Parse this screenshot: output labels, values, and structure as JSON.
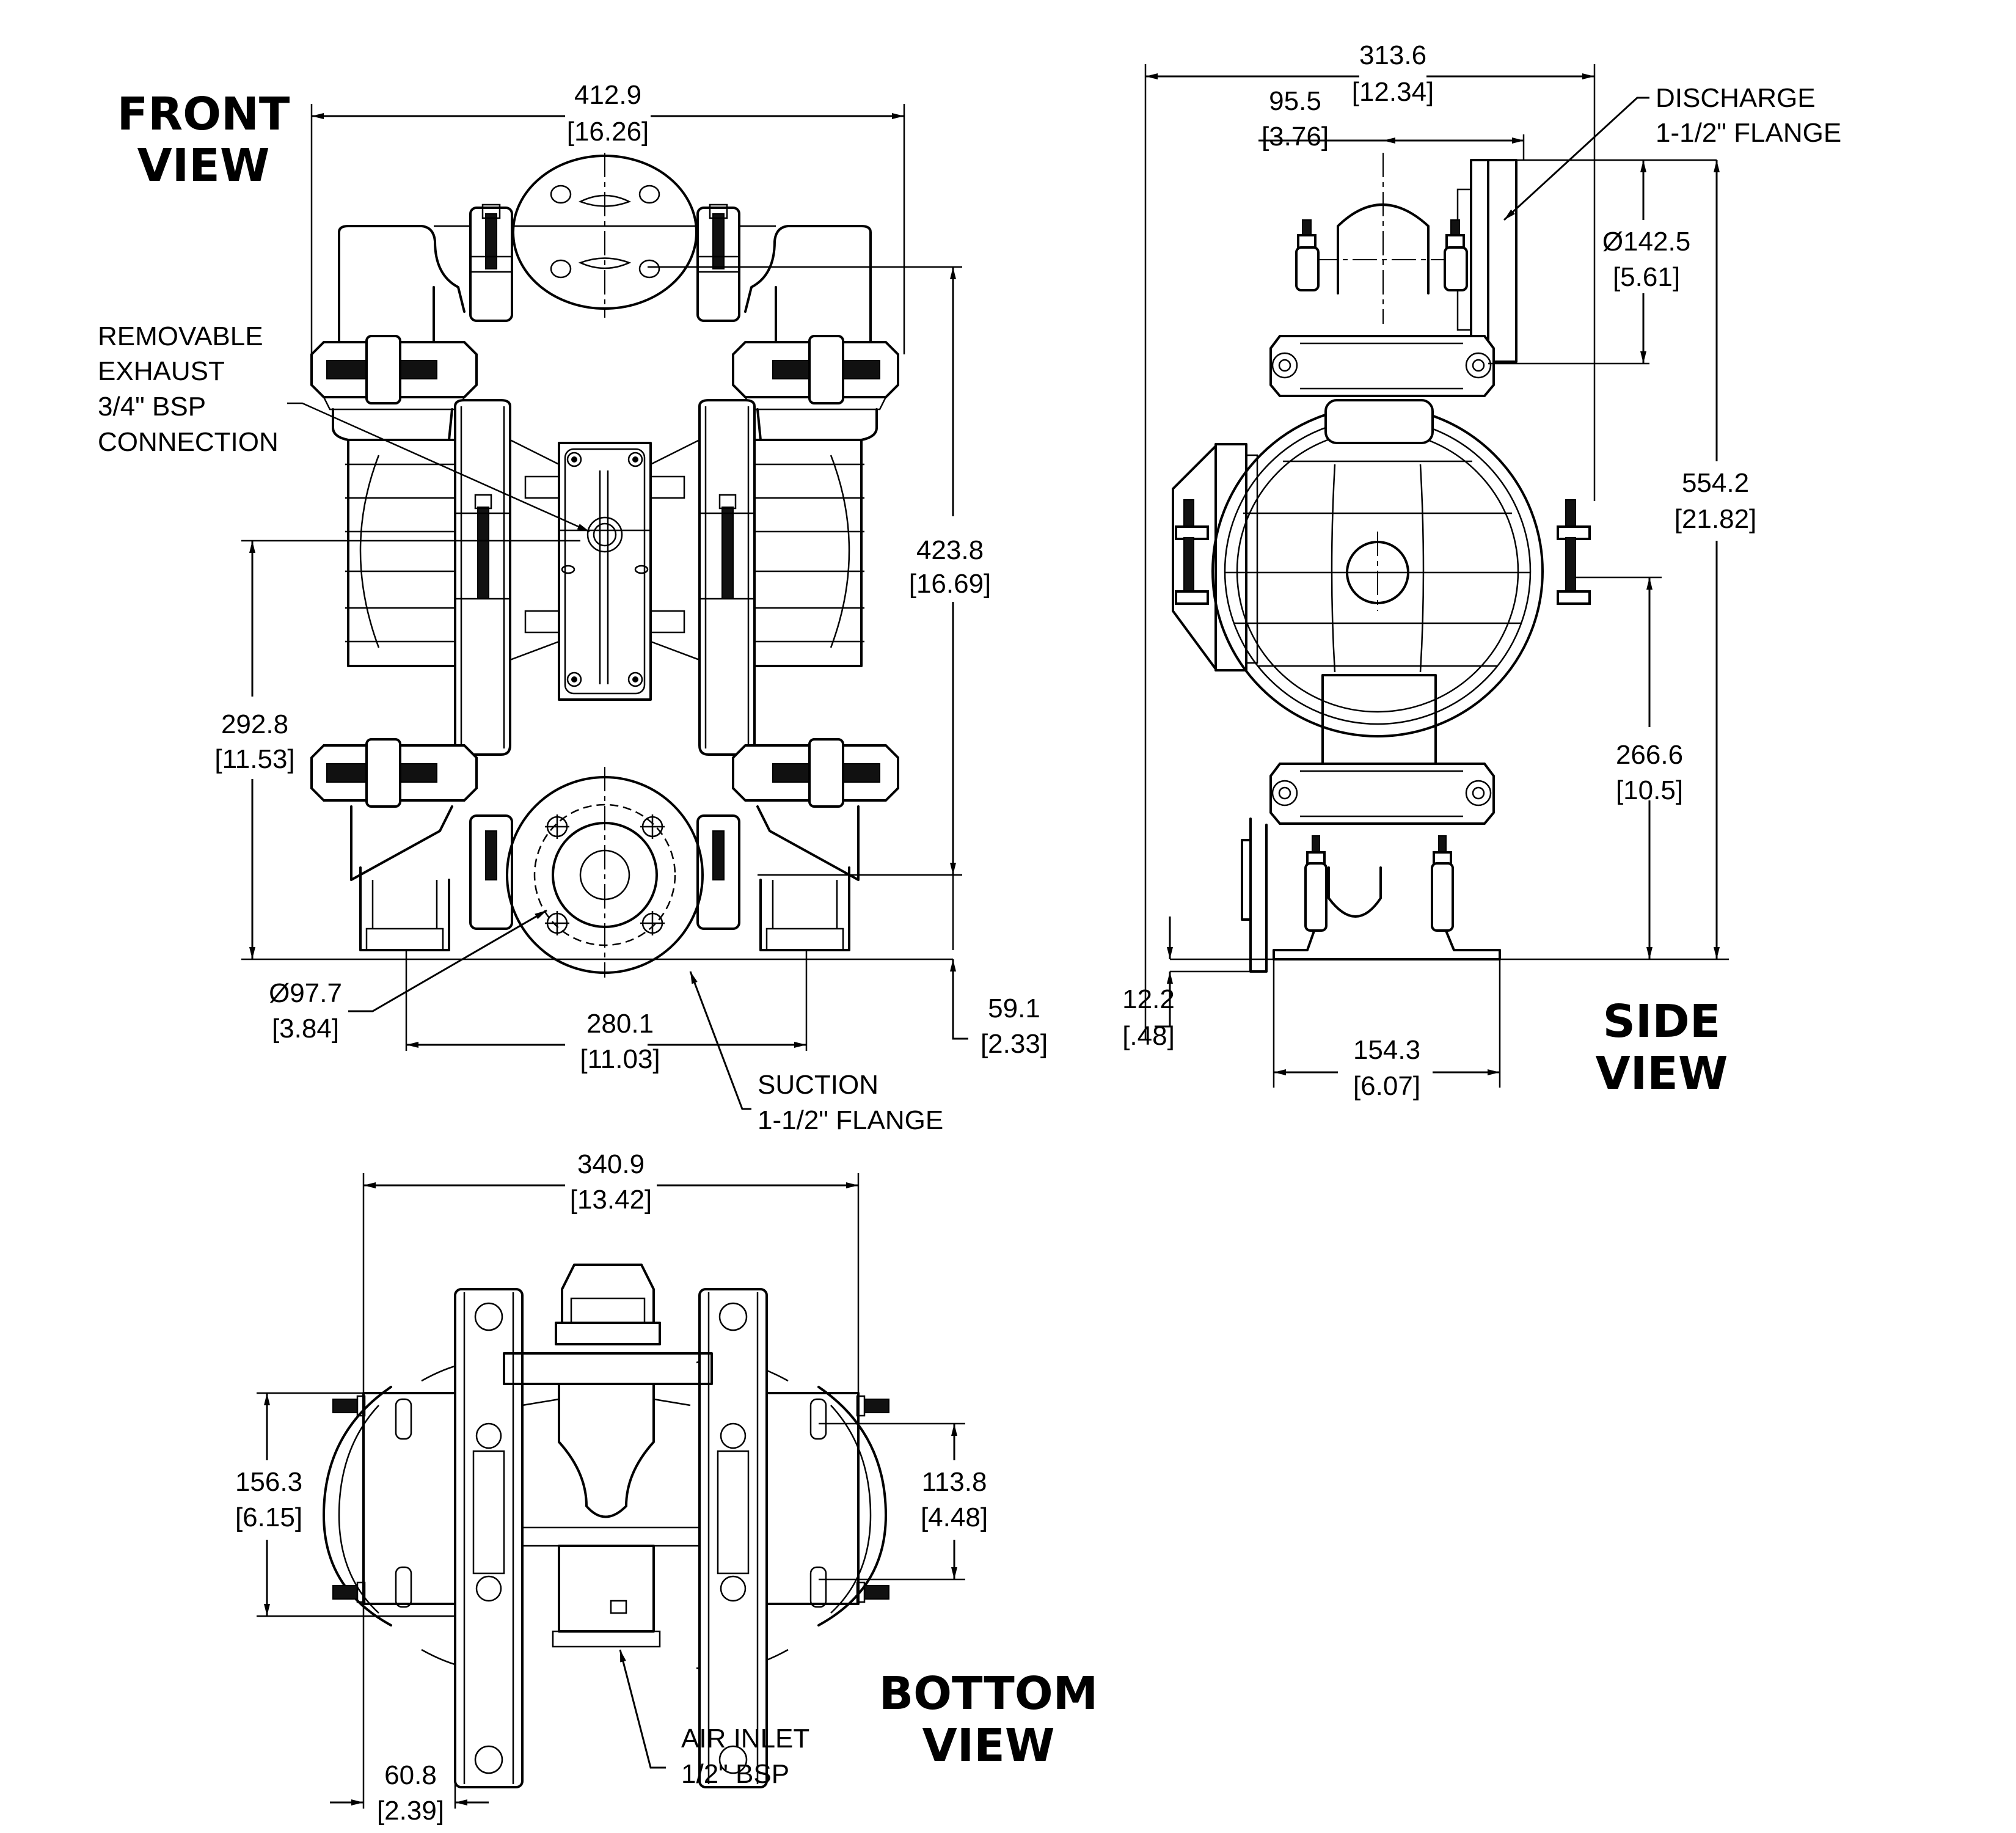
{
  "views": {
    "front": {
      "title_line1": "FRONT",
      "title_line2": "VIEW"
    },
    "side": {
      "title_line1": "SIDE",
      "title_line2": "VIEW"
    },
    "bottom": {
      "title_line1": "BOTTOM",
      "title_line2": "VIEW"
    }
  },
  "dimensions": {
    "front_width": {
      "mm": "412.9",
      "in": "[16.26]"
    },
    "front_discharge_height": {
      "mm": "423.8",
      "in": "[16.69]"
    },
    "front_exhaust_height": {
      "mm": "292.8",
      "in": "[11.53]"
    },
    "front_foot_spacing": {
      "mm": "280.1",
      "in": "[11.03]"
    },
    "front_suction_height": {
      "mm": "59.1",
      "in": "[2.33]"
    },
    "suction_bolt_circle": {
      "mm": "Ø97.7",
      "in": "[3.84]"
    },
    "side_depth": {
      "mm": "313.6",
      "in": "[12.34]"
    },
    "side_discharge_offset": {
      "mm": "95.5",
      "in": "[3.76]"
    },
    "discharge_flange_diameter": {
      "mm": "Ø142.5",
      "in": "[5.61]"
    },
    "side_total_height": {
      "mm": "554.2",
      "in": "[21.82]"
    },
    "side_air_inlet_height": {
      "mm": "266.6",
      "in": "[10.5]"
    },
    "side_foot_depth": {
      "mm": "154.3",
      "in": "[6.07]"
    },
    "side_base_drop": {
      "mm": "12.2",
      "in": "[.48]"
    },
    "bottom_width": {
      "mm": "340.9",
      "in": "[13.42]"
    },
    "bottom_mount_left": {
      "mm": "156.3",
      "in": "[6.15]"
    },
    "bottom_mount_right": {
      "mm": "113.8",
      "in": "[4.48]"
    },
    "bottom_edge_offset": {
      "mm": "60.8",
      "in": "[2.39]"
    }
  },
  "callouts": {
    "exhaust": [
      "REMOVABLE",
      "EXHAUST",
      "3/4\" BSP",
      "CONNECTION"
    ],
    "suction": [
      "SUCTION",
      "1-1/2\" FLANGE"
    ],
    "discharge": [
      "DISCHARGE",
      "1-1/2\" FLANGE"
    ],
    "air_inlet": [
      "AIR INLET",
      "1/2\" BSP"
    ]
  }
}
